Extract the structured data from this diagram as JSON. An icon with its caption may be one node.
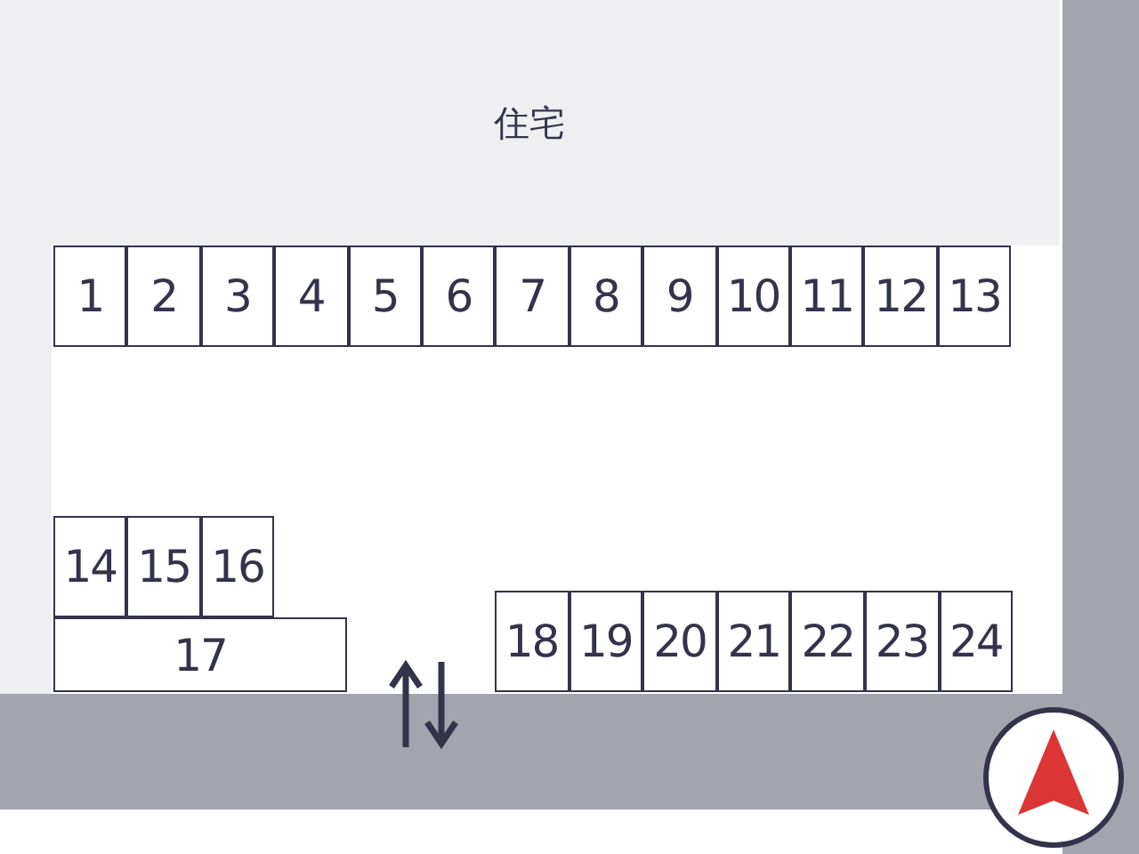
{
  "diagram": {
    "nodes": [
      {
        "text": [
          "住宅"
        ]
      },
      {
        "text": [
          "1"
        ]
      },
      {
        "text": [
          "2"
        ]
      },
      {
        "text": [
          "3"
        ]
      },
      {
        "text": [
          "4"
        ]
      },
      {
        "text": [
          "5"
        ]
      },
      {
        "text": [
          "6"
        ]
      },
      {
        "text": [
          "7"
        ]
      },
      {
        "text": [
          "8"
        ]
      },
      {
        "text": [
          "9"
        ]
      },
      {
        "text": [
          "10"
        ]
      },
      {
        "text": [
          "11"
        ]
      },
      {
        "text": [
          "12"
        ]
      },
      {
        "text": [
          "13"
        ]
      },
      {
        "text": [
          "14"
        ]
      },
      {
        "text": [
          "15"
        ]
      },
      {
        "text": [
          "16"
        ]
      },
      {
        "text": [
          "17"
        ]
      },
      {
        "text": [
          "18"
        ]
      },
      {
        "text": [
          "19"
        ]
      },
      {
        "text": [
          "20"
        ]
      },
      {
        "text": [
          "21"
        ]
      },
      {
        "text": [
          "22"
        ]
      },
      {
        "text": [
          "23"
        ]
      },
      {
        "text": [
          "24"
        ]
      }
    ]
  }
}
